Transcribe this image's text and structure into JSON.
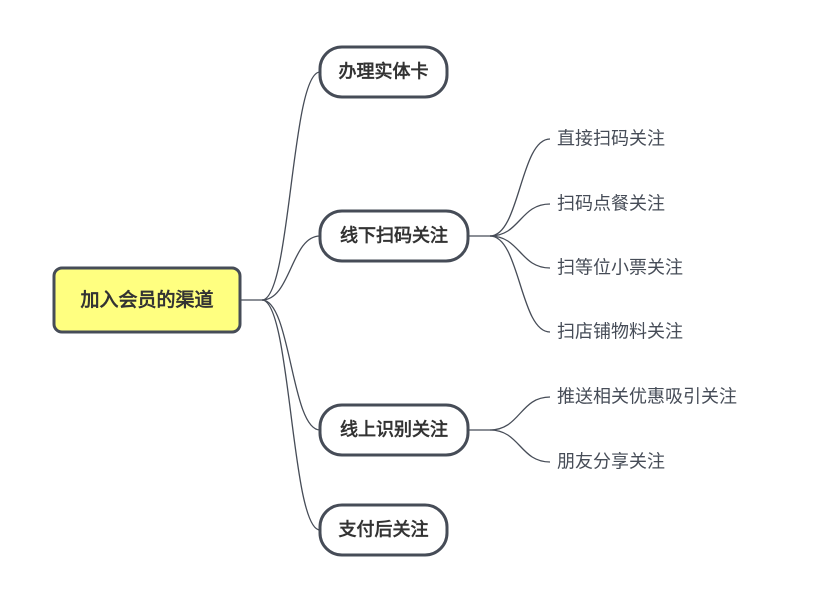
{
  "root": {
    "label": "加入会员的渠道",
    "fill": "#FFFF80",
    "stroke": "#464C57"
  },
  "branches": [
    {
      "label": "办理实体卡",
      "children": []
    },
    {
      "label": "线下扫码关注",
      "children": [
        "直接扫码关注",
        "扫码点餐关注",
        "扫等位小票关注",
        "扫店铺物料关注"
      ]
    },
    {
      "label": "线上识别关注",
      "children": [
        "推送相关优惠吸引关注",
        "朋友分享关注"
      ]
    },
    {
      "label": "支付后关注",
      "children": []
    }
  ],
  "colors": {
    "line": "#464C57",
    "text": "#333333",
    "leaf_text": "#464C57",
    "branch_fill": "#FFFFFF"
  }
}
